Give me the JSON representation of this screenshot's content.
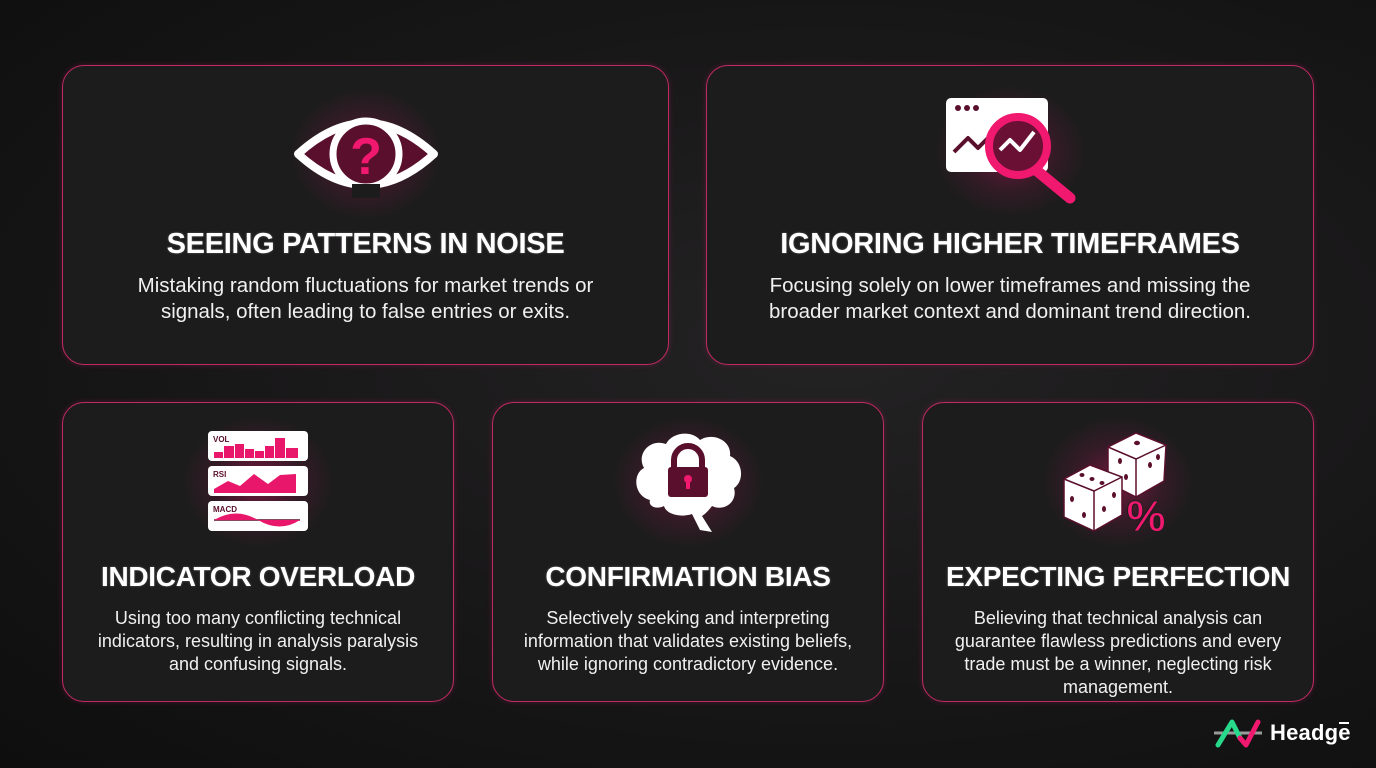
{
  "colors": {
    "background": "#121212",
    "card_bg": "#1d1c1d",
    "card_border": "#c02a62",
    "accent": "#e8176c",
    "text": "#ffffff"
  },
  "cards": [
    {
      "icon": "eye-question-icon",
      "title": "SEEING PATTERNS IN NOISE",
      "description": "Mistaking random fluctuations for market trends or signals, often leading to false entries or exits."
    },
    {
      "icon": "chart-magnifier-icon",
      "title": "IGNORING HIGHER TIMEFRAMES",
      "description": "Focusing solely on lower timeframes and missing the broader market context and dominant trend direction."
    },
    {
      "icon": "indicator-panels-icon",
      "icon_labels": [
        "VOL",
        "RSI",
        "MACD"
      ],
      "title": "INDICATOR OVERLOAD",
      "description": "Using too many conflicting technical indicators, resulting in analysis paralysis and confusing signals."
    },
    {
      "icon": "brain-lock-icon",
      "title": "CONFIRMATION BIAS",
      "description": "Selectively seeking and interpreting information that validates existing beliefs, while ignoring contradictory evidence."
    },
    {
      "icon": "dice-percent-icon",
      "title": "EXPECTING PERFECTION",
      "description": "Believing that technical analysis can guarantee flawless predictions and every trade must be a winner, neglecting risk management."
    }
  ],
  "brand": {
    "name": "Headge",
    "logo_icon": "headge-logo-icon"
  }
}
